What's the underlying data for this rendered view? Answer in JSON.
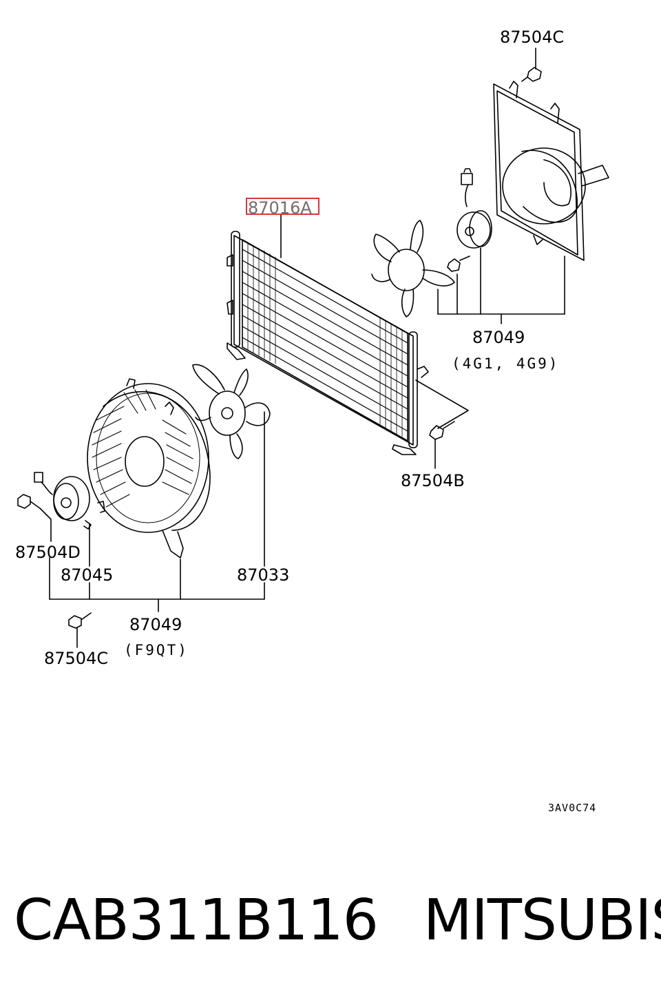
{
  "labels": {
    "top_bolt": "87504C",
    "condenser": "87016A",
    "fan_assy_right": "87049",
    "fan_assy_right_note": "(4G1, 4G9)",
    "bolt_right": "87504B",
    "bolt_left": "87504D",
    "motor_left": "87045",
    "fan_left": "87033",
    "fan_assy_left": "87049",
    "fan_assy_left_note": "(F9QT)",
    "bolt_bottom": "87504C",
    "drawing_code": "3AV0C74"
  },
  "footer": {
    "part_number": "CAB311B116",
    "brand": "MITSUBISHI"
  },
  "highlight_color": "#d9363e"
}
